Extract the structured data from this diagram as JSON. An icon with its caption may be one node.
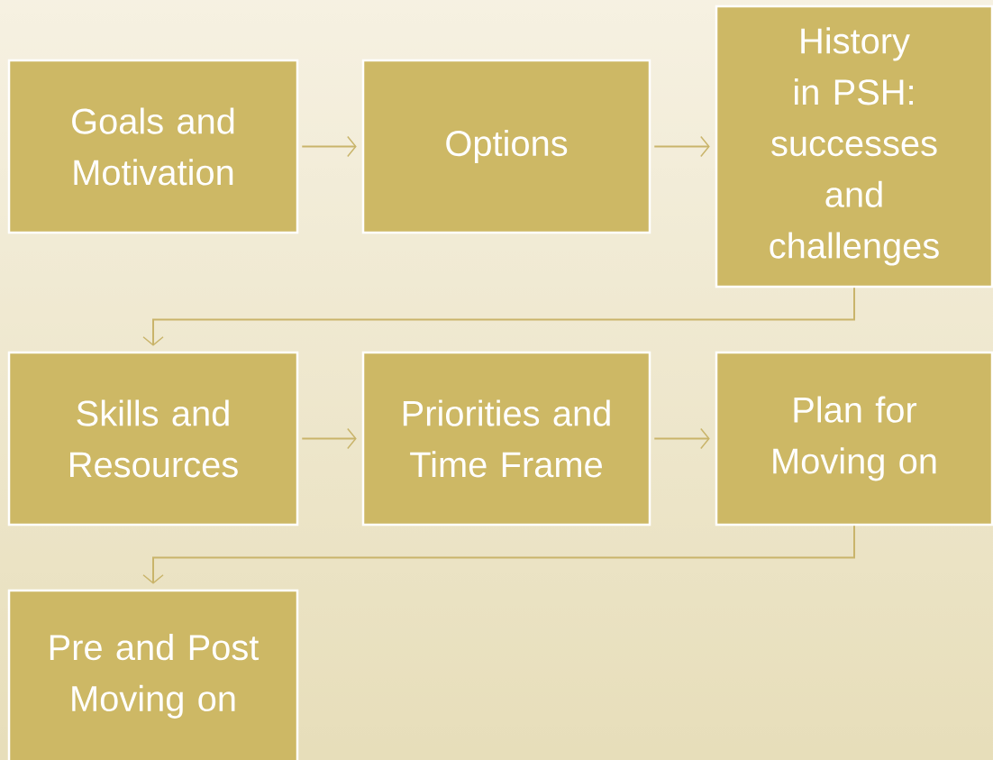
{
  "diagram": {
    "nodes": [
      {
        "text": [
          "Goals and Motivation"
        ]
      },
      {
        "text": [
          "Options"
        ]
      },
      {
        "text": [
          "History in PSH: successes and challenges"
        ]
      },
      {
        "text": [
          "Skills and Resources"
        ]
      },
      {
        "text": [
          "Priorities and Time Frame"
        ]
      },
      {
        "text": [
          "Plan for Moving on"
        ]
      },
      {
        "text": [
          "Pre and Post Moving on"
        ]
      }
    ],
    "edges": [
      {
        "from": 0,
        "to": 1,
        "arrow": "to"
      },
      {
        "from": 1,
        "to": 2,
        "arrow": "to"
      },
      {
        "from": 2,
        "to": 3,
        "arrow": "to"
      },
      {
        "from": 3,
        "to": 4,
        "arrow": "to"
      },
      {
        "from": 4,
        "to": 5,
        "arrow": "to"
      },
      {
        "from": 5,
        "to": 6,
        "arrow": "to"
      }
    ]
  }
}
